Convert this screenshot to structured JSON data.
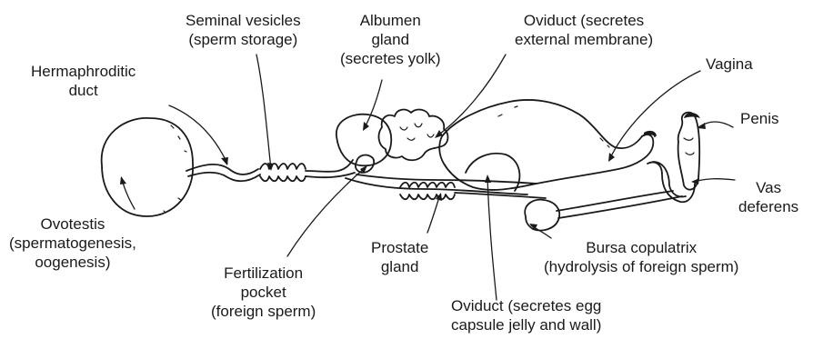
{
  "labels": {
    "hermaphroditic_duct": [
      "Hermaphroditic",
      "duct"
    ],
    "seminal_vesicles": [
      "Seminal vesicles",
      "(sperm storage)"
    ],
    "albumen_gland": [
      "Albumen",
      "gland",
      "(secretes yolk)"
    ],
    "oviduct_membrane": [
      "Oviduct (secretes",
      "external membrane)"
    ],
    "vagina": [
      "Vagina"
    ],
    "penis": [
      "Penis"
    ],
    "vas_deferens": [
      "Vas",
      "deferens"
    ],
    "ovotestis": [
      "Ovotestis",
      "(spermatogenesis,",
      "oogenesis)"
    ],
    "fertilization_pocket": [
      "Fertilization",
      "pocket",
      "(foreign sperm)"
    ],
    "prostate_gland": [
      "Prostate",
      "gland"
    ],
    "bursa_copulatrix": [
      "Bursa copulatrix",
      "(hydrolysis of foreign sperm)"
    ],
    "oviduct_egg": [
      "Oviduct (secretes egg",
      "capsule jelly and wall)"
    ]
  }
}
